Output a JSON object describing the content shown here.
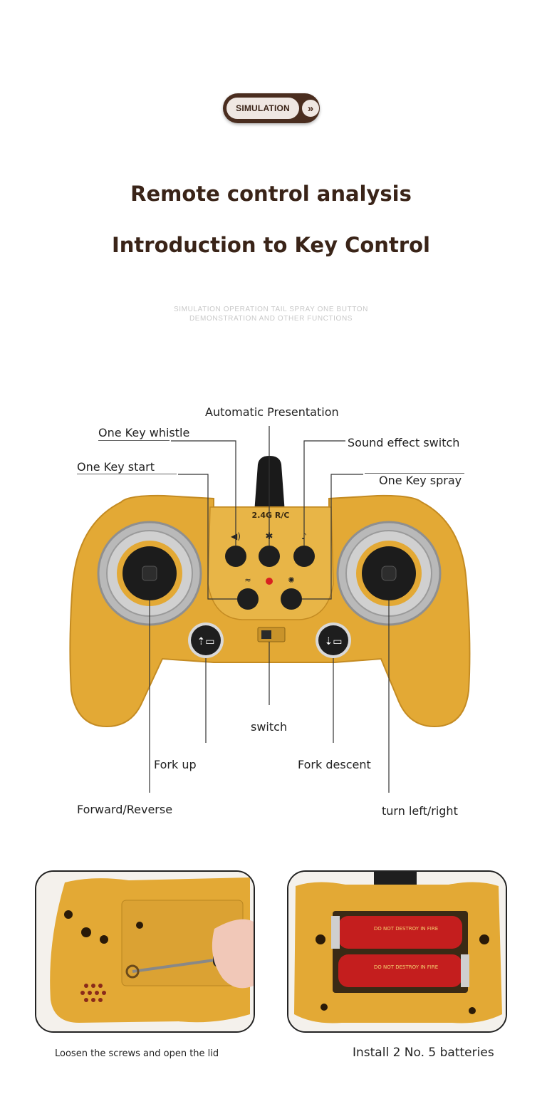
{
  "badge": {
    "label": "SIMULATION",
    "icon": "double-chevron-right-icon"
  },
  "headings": {
    "title": "Remote control analysis",
    "subtitle": "Introduction to Key Control",
    "tagline_line1": "SIMULATION OPERATION TAIL SPRAY ONE BUTTON",
    "tagline_line2": "DEMONSTRATION AND OTHER FUNCTIONS"
  },
  "controller": {
    "brand_text": "2.4G R/C",
    "colors": {
      "body": "#e3a935",
      "body_dark": "#c98f22",
      "button": "#1e1e1e",
      "ring": "#a9a9a9",
      "led": "#d82020"
    },
    "labels": {
      "automatic_presentation": "Automatic Presentation",
      "one_key_whistle": "One Key whistle",
      "sound_effect_switch": "Sound effect switch",
      "one_key_start": "One Key start",
      "one_key_spray": "One Key spray",
      "switch": "switch",
      "fork_up": "Fork up",
      "fork_descent": "Fork descent",
      "forward_reverse": "Forward/Reverse",
      "turn_left_right": "turn left/right"
    }
  },
  "photos": {
    "left_caption": "Loosen the screws and open the lid",
    "right_caption": "Install 2 No. 5 batteries",
    "battery_text": "DO NOT DESTROY IN FIRE"
  }
}
